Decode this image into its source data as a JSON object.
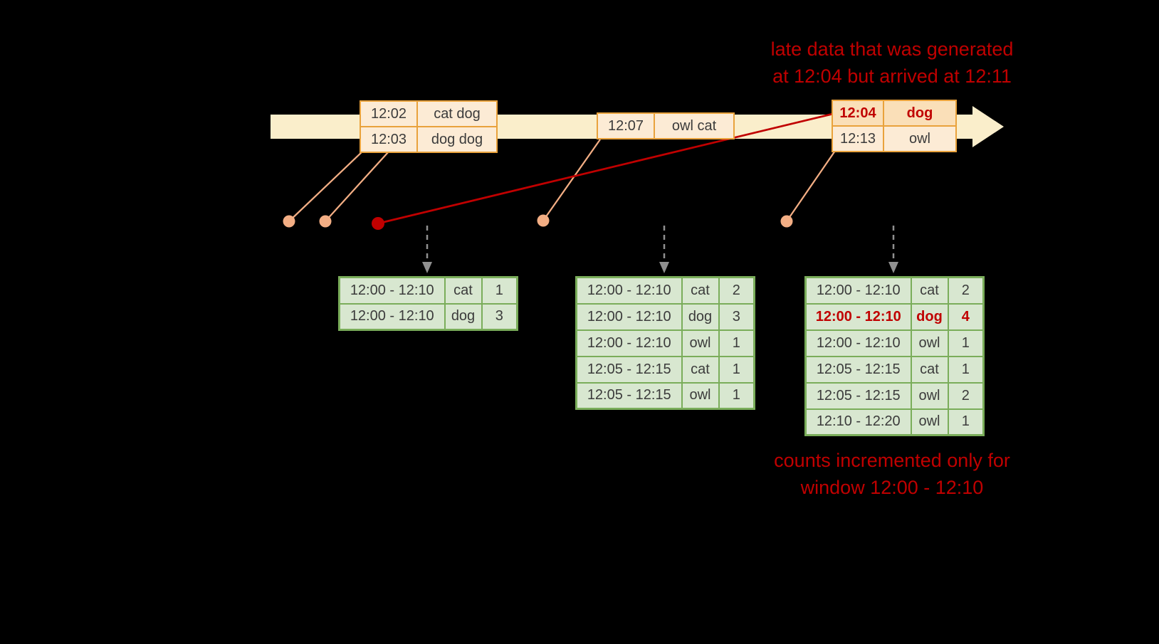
{
  "colors": {
    "background": "#000000",
    "timeline_arrow": "#FAEECB",
    "input_border": "#E9A23C",
    "input_fill": "#FCEBD5",
    "late_input_fill": "#FADFB8",
    "result_border": "#7AAD5A",
    "result_fill": "#D8E7D0",
    "accent_red": "#C00000",
    "connector": "#F3AE84",
    "dashed_arrow": "#909090",
    "cell_text": "#3B3B3B"
  },
  "annotations": {
    "late_note": {
      "line1": "late data that was generated",
      "line2": "at 12:04 but arrived at 12:11"
    },
    "counts_note": {
      "line1": "counts incremented only for",
      "line2": "window 12:00 - 12:10"
    }
  },
  "inputs": [
    {
      "rows": [
        {
          "time": "12:02",
          "words": "cat dog"
        },
        {
          "time": "12:03",
          "words": "dog dog"
        }
      ]
    },
    {
      "rows": [
        {
          "time": "12:07",
          "words": "owl cat"
        }
      ]
    },
    {
      "rows": [
        {
          "time": "12:04",
          "words": "dog",
          "late": true
        },
        {
          "time": "12:13",
          "words": "owl"
        }
      ]
    }
  ],
  "results": [
    {
      "rows": [
        {
          "window": "12:00 - 12:10",
          "word": "cat",
          "count": 1
        },
        {
          "window": "12:00 - 12:10",
          "word": "dog",
          "count": 3
        }
      ]
    },
    {
      "rows": [
        {
          "window": "12:00 - 12:10",
          "word": "cat",
          "count": 2
        },
        {
          "window": "12:00 - 12:10",
          "word": "dog",
          "count": 3
        },
        {
          "window": "12:00 - 12:10",
          "word": "owl",
          "count": 1
        },
        {
          "window": "12:05 - 12:15",
          "word": "cat",
          "count": 1
        },
        {
          "window": "12:05 - 12:15",
          "word": "owl",
          "count": 1
        }
      ]
    },
    {
      "rows": [
        {
          "window": "12:00 - 12:10",
          "word": "cat",
          "count": 2
        },
        {
          "window": "12:00 - 12:10",
          "word": "dog",
          "count": 4,
          "late": true
        },
        {
          "window": "12:00 - 12:10",
          "word": "owl",
          "count": 1
        },
        {
          "window": "12:05 - 12:15",
          "word": "cat",
          "count": 1
        },
        {
          "window": "12:05 - 12:15",
          "word": "owl",
          "count": 2
        },
        {
          "window": "12:10 - 12:20",
          "word": "owl",
          "count": 1
        }
      ]
    }
  ]
}
